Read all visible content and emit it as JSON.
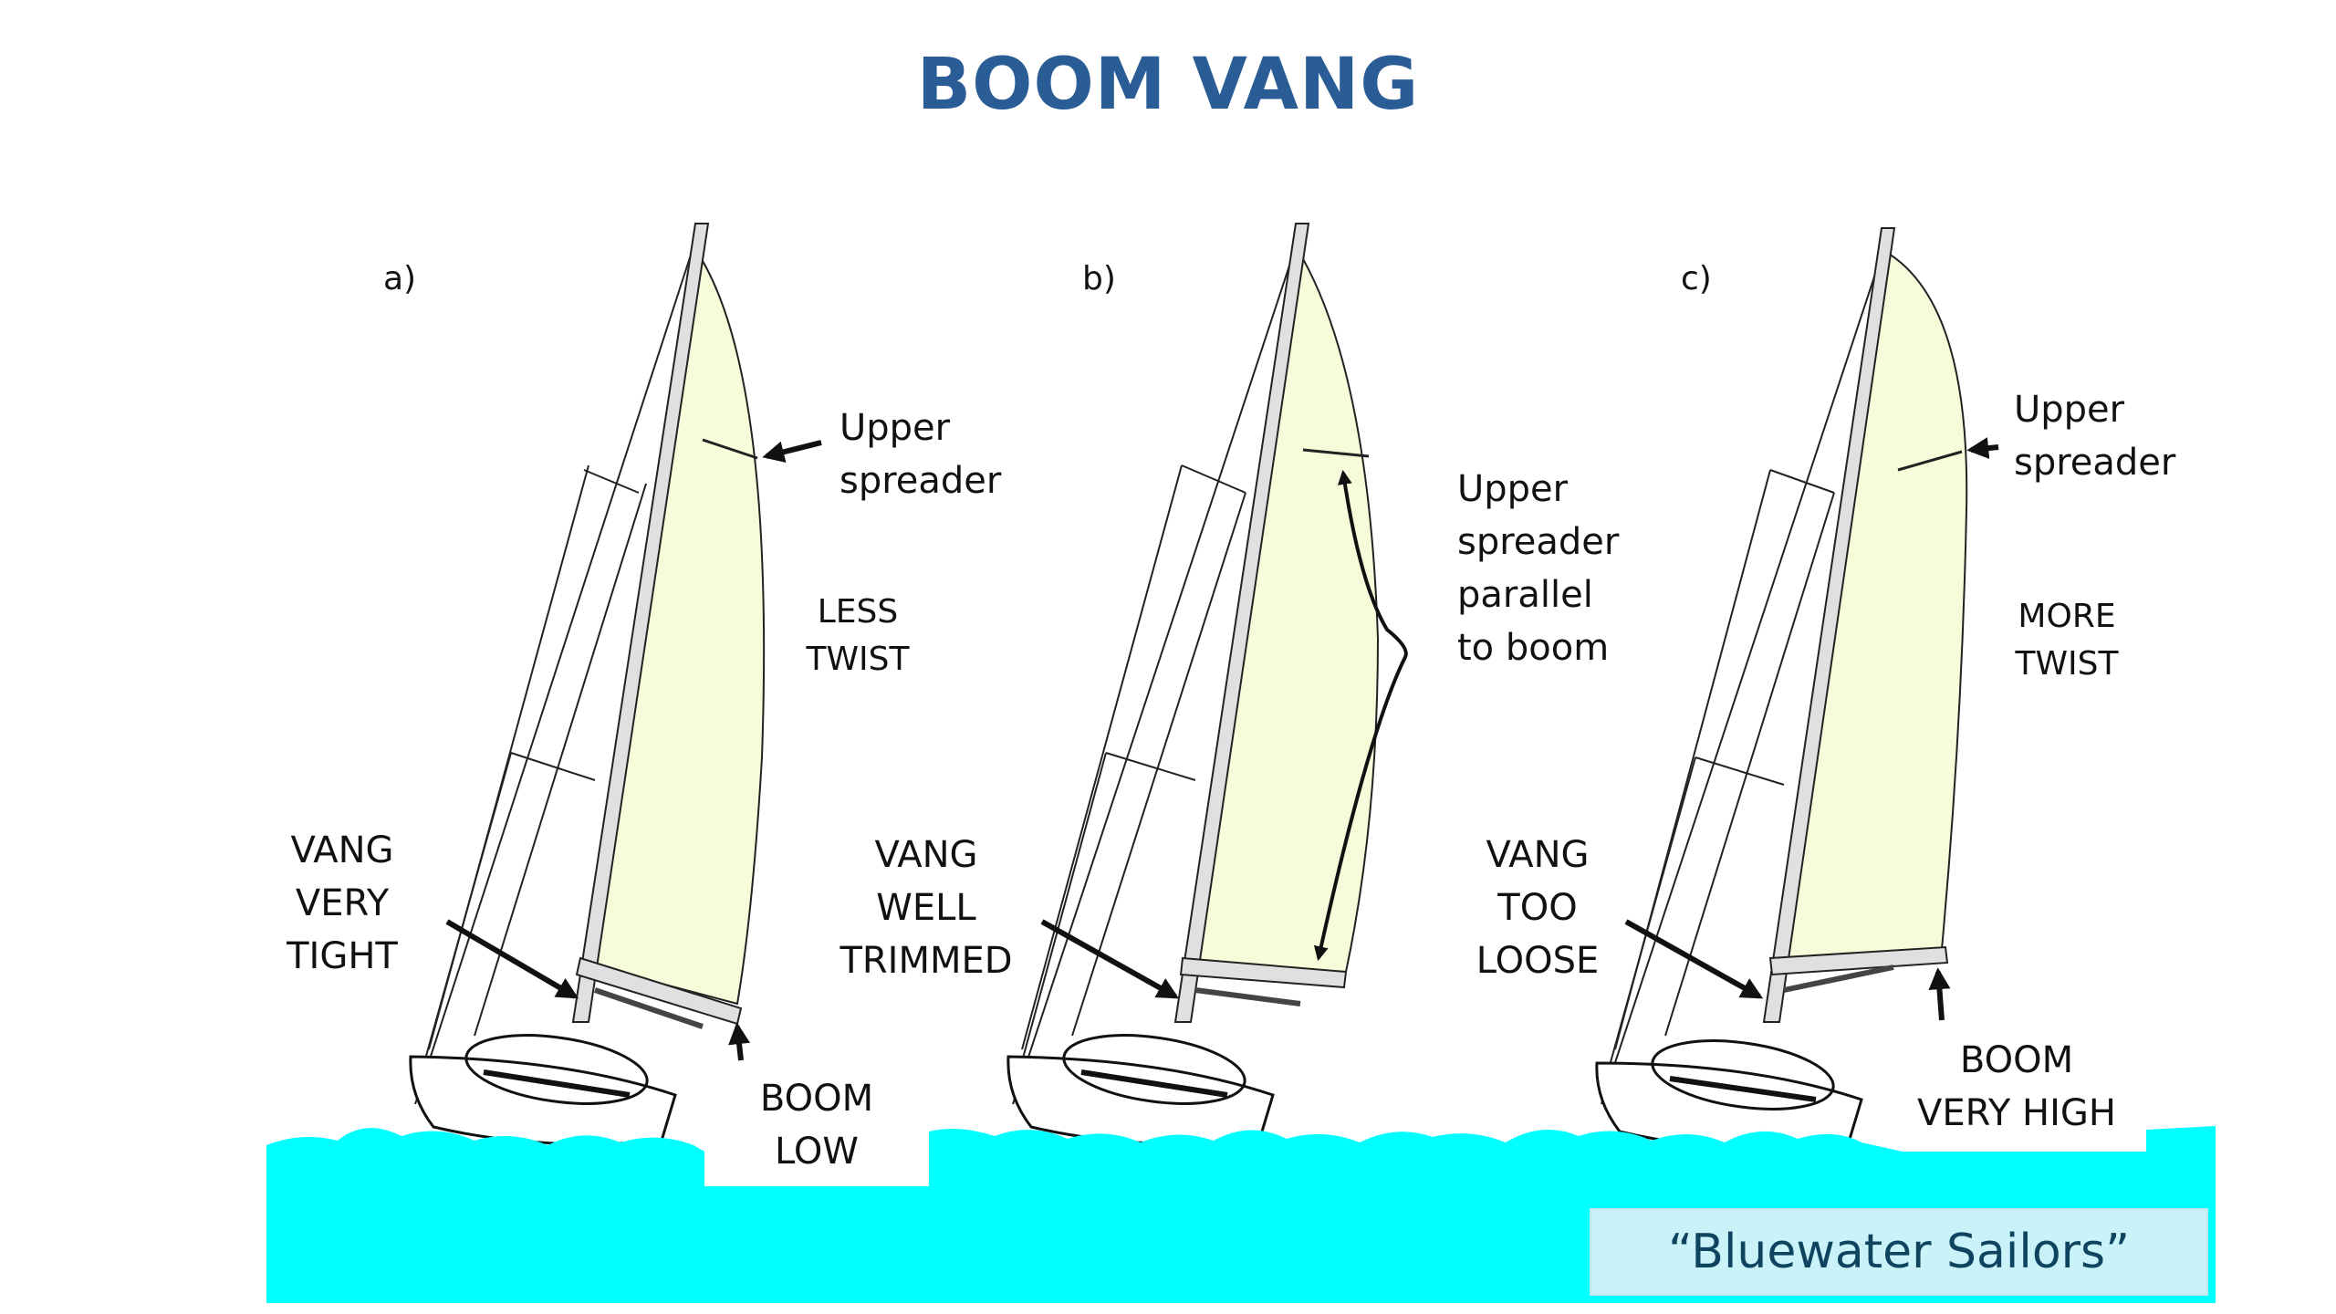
{
  "title": "BOOM VANG",
  "panels": [
    {
      "id": "a",
      "letter": "a)",
      "spreader_label": [
        "Upper",
        "spreader"
      ],
      "twist_label": [
        "LESS",
        "TWIST"
      ],
      "vang_label": [
        "VANG",
        "VERY",
        "TIGHT"
      ],
      "boom_label": [
        "BOOM",
        "LOW"
      ]
    },
    {
      "id": "b",
      "letter": "b)",
      "spreader_label": [
        "Upper",
        "spreader",
        "parallel",
        "to boom"
      ],
      "vang_label": [
        "VANG",
        "WELL",
        "TRIMMED"
      ]
    },
    {
      "id": "c",
      "letter": "c)",
      "spreader_label": [
        "Upper",
        "spreader"
      ],
      "twist_label": [
        "MORE",
        "TWIST"
      ],
      "vang_label": [
        "VANG",
        "TOO",
        "LOOSE"
      ],
      "boom_label": [
        "BOOM",
        "VERY HIGH"
      ]
    }
  ],
  "credit": "“Bluewater Sailors”",
  "colors": {
    "title": "#2a5d95",
    "sail": "#f4fcd9",
    "water": "#00ffff",
    "mast": "#e0e0e0",
    "credit_bg": "#c9f2f9",
    "credit_text": "#0f4460"
  }
}
